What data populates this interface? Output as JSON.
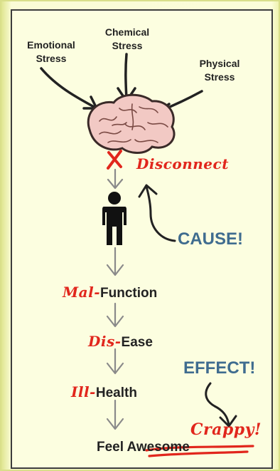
{
  "stresses": {
    "emotional": [
      "Emotional",
      "Stress"
    ],
    "chemical": [
      "Chemical",
      "Stress"
    ],
    "physical": [
      "Physical",
      "Stress"
    ]
  },
  "disconnect": "Disconnect",
  "cause": "CAUSE!",
  "effect": "EFFECT!",
  "steps": [
    {
      "prefix": "Mal-",
      "word": "Function"
    },
    {
      "prefix": "Dis-",
      "word": "Ease"
    },
    {
      "prefix": "Ill-",
      "word": "Health"
    }
  ],
  "final": {
    "feel": "Feel",
    "struck": "Awesome",
    "replacement": "Crappy!"
  },
  "colors": {
    "accent_red": "#e1261c",
    "blue": "#3f6c8f",
    "ink": "#222222",
    "arrow_gray": "#8a8a8a"
  }
}
